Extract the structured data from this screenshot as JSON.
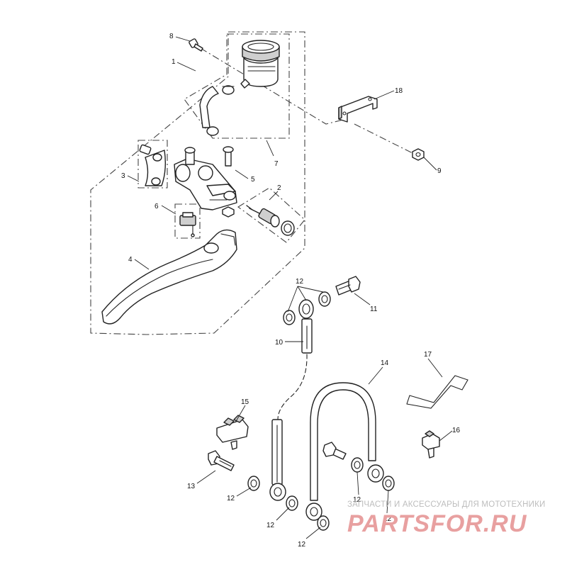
{
  "callouts": [
    {
      "id": "c8",
      "label": "8"
    },
    {
      "id": "c1",
      "label": "1"
    },
    {
      "id": "c18",
      "label": "18"
    },
    {
      "id": "c7",
      "label": "7"
    },
    {
      "id": "c9",
      "label": "9"
    },
    {
      "id": "c3",
      "label": "3"
    },
    {
      "id": "c5",
      "label": "5"
    },
    {
      "id": "c2",
      "label": "2"
    },
    {
      "id": "c6",
      "label": "6"
    },
    {
      "id": "c4",
      "label": "4"
    },
    {
      "id": "c12a",
      "label": "12"
    },
    {
      "id": "c11",
      "label": "11"
    },
    {
      "id": "c10",
      "label": "10"
    },
    {
      "id": "c14",
      "label": "14"
    },
    {
      "id": "c17",
      "label": "17"
    },
    {
      "id": "c15",
      "label": "15"
    },
    {
      "id": "c16",
      "label": "16"
    },
    {
      "id": "c13",
      "label": "13"
    },
    {
      "id": "c12b",
      "label": "12"
    },
    {
      "id": "c12c",
      "label": "12"
    },
    {
      "id": "c12d",
      "label": "12"
    },
    {
      "id": "c12e",
      "label": "12"
    },
    {
      "id": "c12f",
      "label": "12"
    },
    {
      "id": "c12g",
      "label": "12"
    }
  ],
  "watermark": {
    "tagline": "ЗАПЧАСТИ И АКСЕССУАРЫ ДЛЯ МОТОТЕХНИКИ",
    "logo_text": "PARTSFOR.RU",
    "logo_color": "#e8a0a0"
  }
}
